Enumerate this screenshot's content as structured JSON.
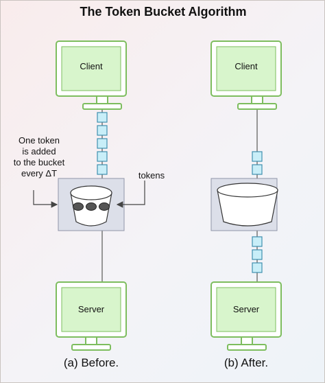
{
  "title": "The Token Bucket Algorithm",
  "panels": [
    {
      "client_label": "Client",
      "server_label": "Server",
      "caption": "(a) Before.",
      "incoming_tokens": 5,
      "bucket_tokens": 3,
      "outgoing_tokens": 0
    },
    {
      "client_label": "Client",
      "server_label": "Server",
      "caption": "(b) After.",
      "incoming_tokens": 2,
      "bucket_tokens": 0,
      "outgoing_tokens": 3
    }
  ],
  "annotations": {
    "token_added_note": "One token\nis added\nto the bucket\nevery ΔT",
    "tokens_label": "tokens"
  },
  "colors": {
    "monitor_border": "#7dbd5e",
    "monitor_fill": "#d8f5cc",
    "token_border": "#3f8fae",
    "token_fill": "#c8eef8",
    "bucket_box_fill": "#dcdfe9",
    "token_dot": "#555555"
  }
}
